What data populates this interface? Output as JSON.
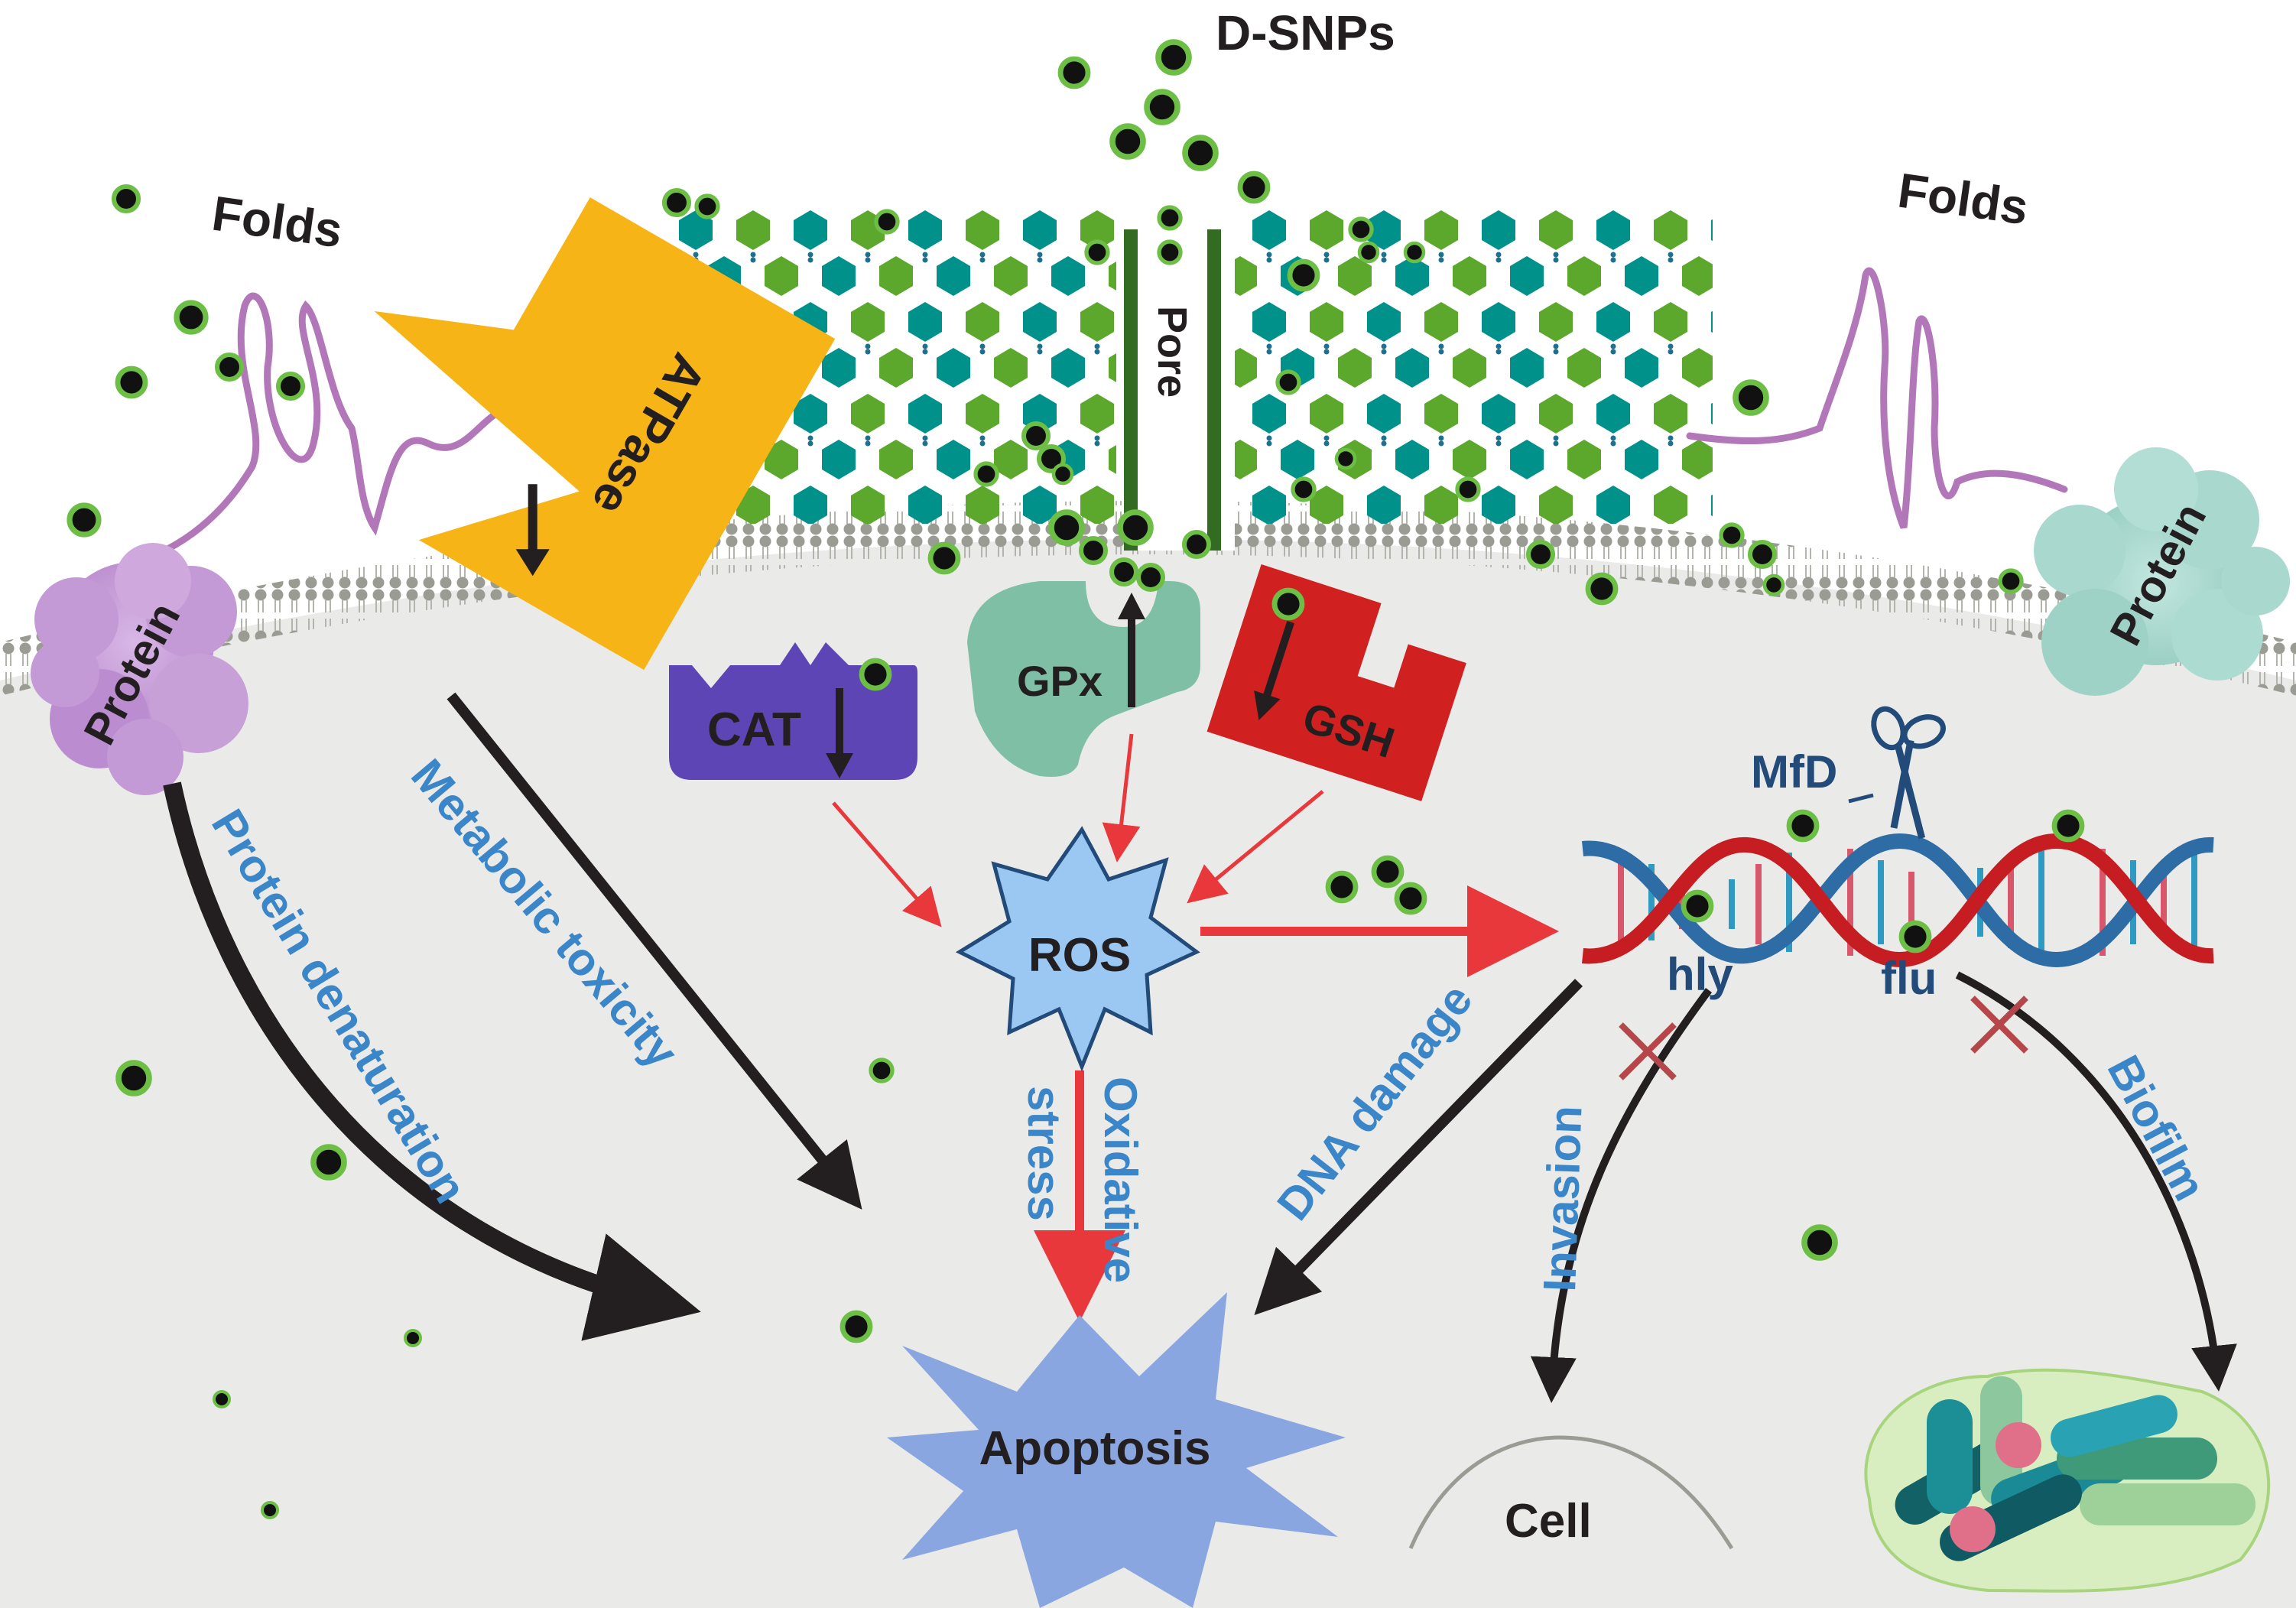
{
  "labels": {
    "d_snps": "D-SNPs",
    "folds_left": "Folds",
    "folds_right": "Folds",
    "pore": "Pore",
    "atpase": "ATPase",
    "protein_left": "Protein",
    "protein_right": "Protein",
    "cat": "CAT",
    "gpx": "GPx",
    "gsh": "GSH",
    "ros": "ROS",
    "mfd": "MfD",
    "hly": "hly",
    "flu": "flu",
    "apoptosis": "Apoptosis",
    "cell": "Cell"
  },
  "pathways": {
    "protein_denaturation": "Protein denaturation",
    "metabolic_toxicity": "Metabolic toxicity",
    "oxidative": "Oxidative",
    "stress": "stress",
    "dna_damage": "DNA damage",
    "invasion": "Invasion",
    "biofilm": "Biofilm"
  },
  "colors": {
    "cytoplasm": "#eaebe9",
    "atpase": "#f6b417",
    "cat": "#5d45b5",
    "gpx": "#7fbfa6",
    "gsh": "#d0201f",
    "ros": "#9ac8f2",
    "apoptosis": "#8aa6e0",
    "protein_left": "#c49ad6",
    "protein_right": "#a8d8ce",
    "hexagon_teal": "#00918a",
    "hexagon_green": "#5ba82d",
    "pore": "#336b22",
    "nanoparticle_ring": "#6cbf44",
    "dna_red": "#c51d22",
    "dna_blue": "#2d6ca4",
    "arrow_red": "#e8383b",
    "label_blue": "#3a86c8"
  },
  "icons": [
    "down-arrow-icon",
    "up-arrow-icon",
    "scissors-icon",
    "cross-icon"
  ]
}
